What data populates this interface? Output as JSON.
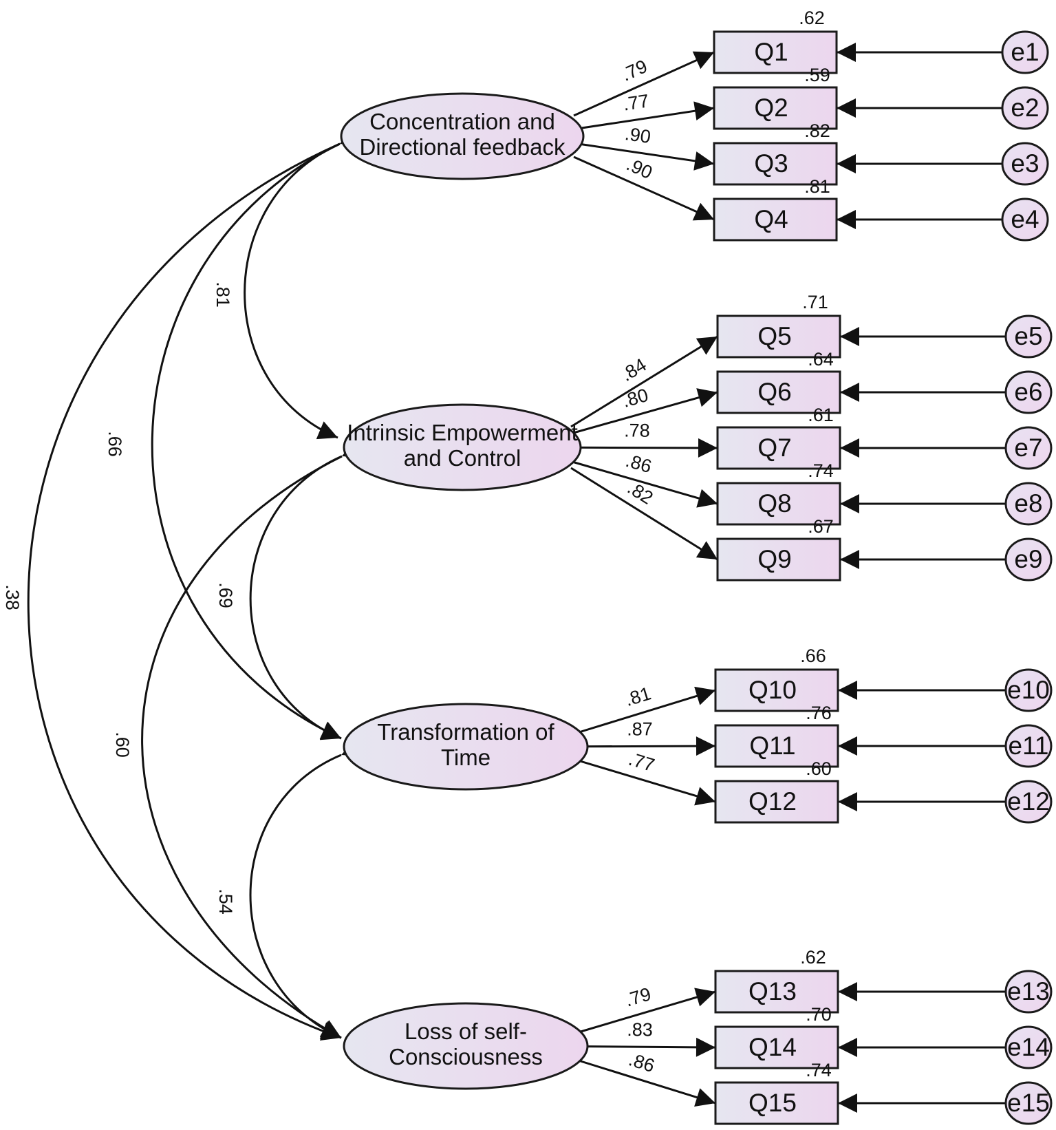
{
  "colors": {
    "fill_start": "#e6e6f0",
    "fill_end": "#ecd6ee",
    "stroke": "#1a1a1a"
  },
  "factors": [
    {
      "id": "F1",
      "lines": [
        "Concentration and",
        "Directional feedback"
      ]
    },
    {
      "id": "F2",
      "lines": [
        "Intrinsic Empowerment",
        "and Control"
      ]
    },
    {
      "id": "F3",
      "lines": [
        "Transformation of",
        "Time"
      ]
    },
    {
      "id": "F4",
      "lines": [
        "Loss of self-",
        "Consciousness"
      ]
    }
  ],
  "items": [
    {
      "label": "Q1",
      "error": "e1",
      "loading": ".79",
      "r2": ".62",
      "factor": "F1"
    },
    {
      "label": "Q2",
      "error": "e2",
      "loading": ".77",
      "r2": ".59",
      "factor": "F1"
    },
    {
      "label": "Q3",
      "error": "e3",
      "loading": ".90",
      "r2": ".82",
      "factor": "F1"
    },
    {
      "label": "Q4",
      "error": "e4",
      "loading": ".90",
      "r2": ".81",
      "factor": "F1"
    },
    {
      "label": "Q5",
      "error": "e5",
      "loading": ".84",
      "r2": ".71",
      "factor": "F2"
    },
    {
      "label": "Q6",
      "error": "e6",
      "loading": ".80",
      "r2": ".64",
      "factor": "F2"
    },
    {
      "label": "Q7",
      "error": "e7",
      "loading": ".78",
      "r2": ".61",
      "factor": "F2"
    },
    {
      "label": "Q8",
      "error": "e8",
      "loading": ".86",
      "r2": ".74",
      "factor": "F2"
    },
    {
      "label": "Q9",
      "error": "e9",
      "loading": ".82",
      "r2": ".67",
      "factor": "F2"
    },
    {
      "label": "Q10",
      "error": "e10",
      "loading": ".81",
      "r2": ".66",
      "factor": "F3"
    },
    {
      "label": "Q11",
      "error": "e11",
      "loading": ".87",
      "r2": ".76",
      "factor": "F3"
    },
    {
      "label": "Q12",
      "error": "e12",
      "loading": ".77",
      "r2": ".60",
      "factor": "F3"
    },
    {
      "label": "Q13",
      "error": "e13",
      "loading": ".79",
      "r2": ".62",
      "factor": "F4"
    },
    {
      "label": "Q14",
      "error": "e14",
      "loading": ".83",
      "r2": ".70",
      "factor": "F4"
    },
    {
      "label": "Q15",
      "error": "e15",
      "loading": ".86",
      "r2": ".74",
      "factor": "F4"
    }
  ],
  "correlations": [
    {
      "from": "F1",
      "to": "F2",
      "value": ".81"
    },
    {
      "from": "F1",
      "to": "F3",
      "value": ".66"
    },
    {
      "from": "F1",
      "to": "F4",
      "value": ".38"
    },
    {
      "from": "F2",
      "to": "F3",
      "value": ".69"
    },
    {
      "from": "F2",
      "to": "F4",
      "value": ".60"
    },
    {
      "from": "F3",
      "to": "F4",
      "value": ".54"
    }
  ]
}
